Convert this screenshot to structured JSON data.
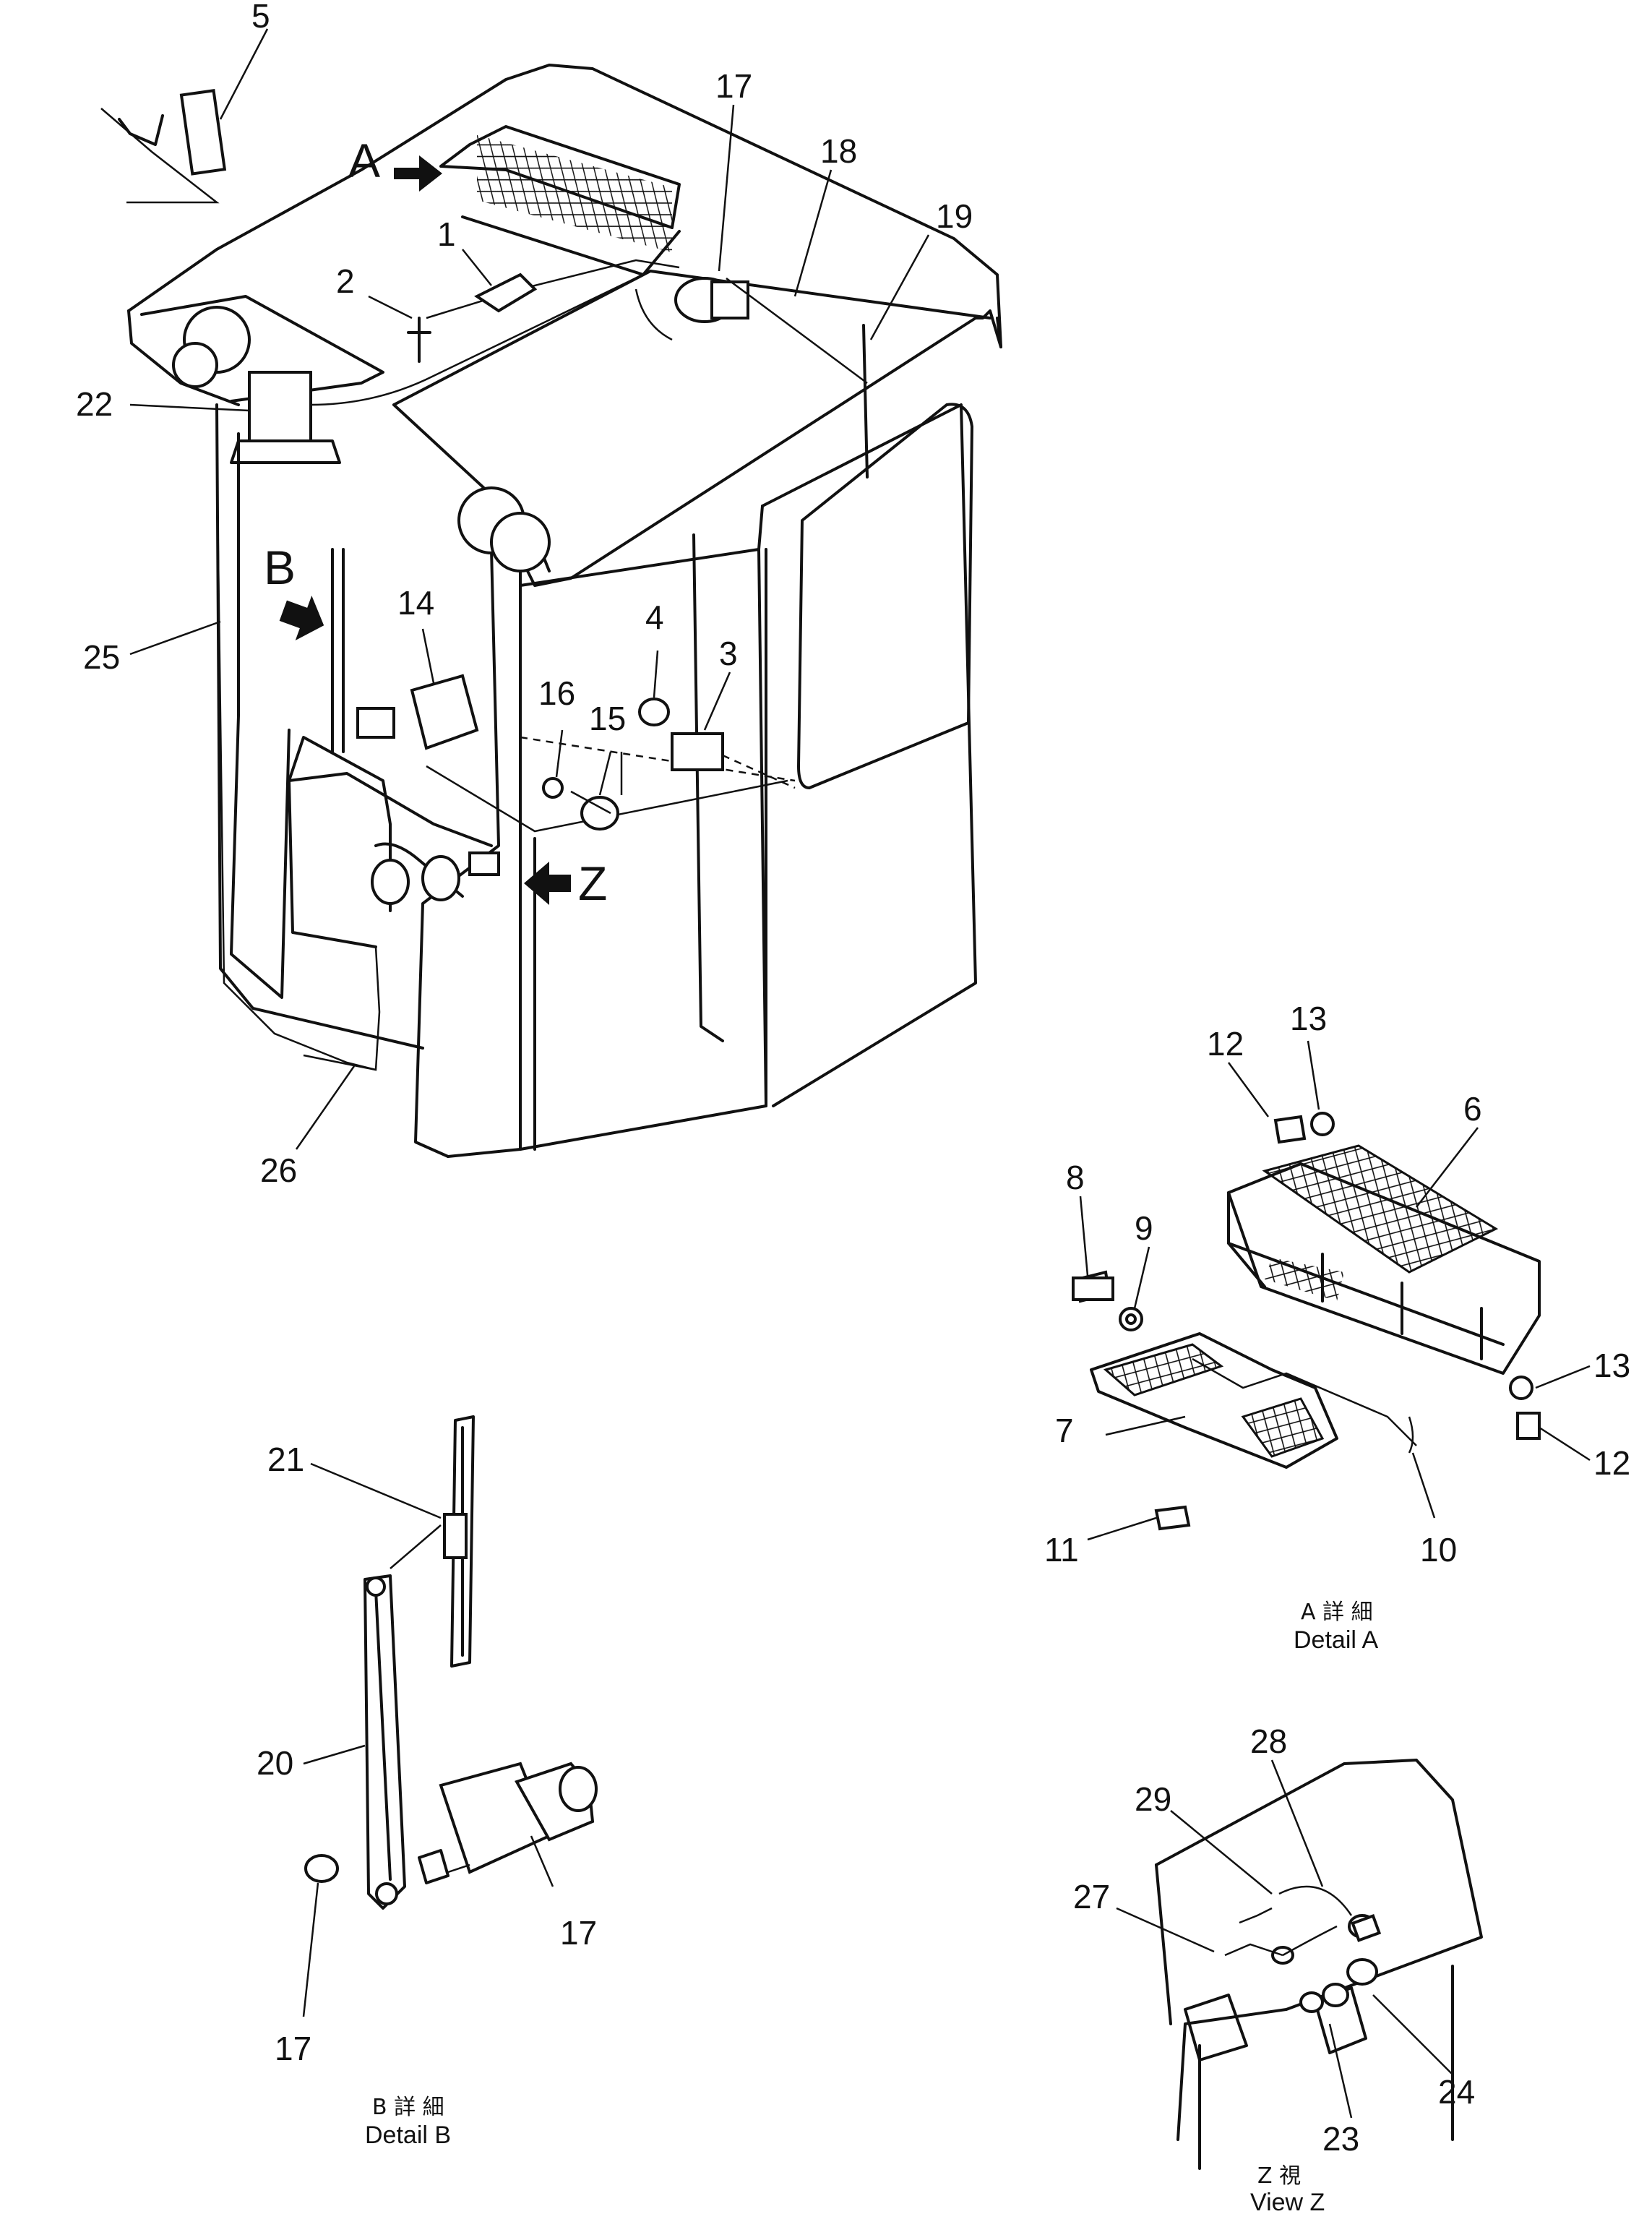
{
  "views": {
    "main": {
      "view_letters": [
        "A",
        "B",
        "Z"
      ],
      "labels": [
        "5",
        "17",
        "18",
        "19",
        "1",
        "2",
        "22",
        "25",
        "14",
        "4",
        "3",
        "16",
        "15",
        "26"
      ]
    },
    "detail_a": {
      "caption_jp": "A 詳 細",
      "caption_en": "Detail A",
      "labels": [
        "12",
        "13",
        "6",
        "8",
        "9",
        "13",
        "7",
        "12",
        "11",
        "10"
      ]
    },
    "detail_b": {
      "caption_jp": "B 詳 細",
      "caption_en": "Detail B",
      "labels": [
        "21",
        "20",
        "17",
        "17"
      ]
    },
    "view_z": {
      "caption_jp": "Z 視",
      "caption_en": "View Z",
      "labels": [
        "28",
        "29",
        "27",
        "24",
        "23"
      ]
    }
  }
}
